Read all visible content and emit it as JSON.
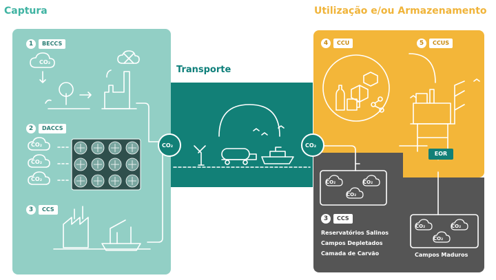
{
  "headings": {
    "capture": "Captura",
    "transport": "Transporte",
    "utilization": "Utilização e/ou Armazenamento"
  },
  "stages": {
    "beccs": {
      "num": "1",
      "label": "BECCS"
    },
    "daccs": {
      "num": "2",
      "label": "DACCS"
    },
    "ccs_capture": {
      "num": "3",
      "label": "CCS"
    },
    "ccu": {
      "num": "4",
      "label": "CCU"
    },
    "ccus": {
      "num": "5",
      "label": "CCUS"
    },
    "ccs_storage": {
      "num": "3",
      "label": "CCS"
    }
  },
  "co2_label": "CO₂",
  "eor_label": "EOR",
  "storage_types": [
    "Reservatórios Salinos",
    "Campos Depletados",
    "Camada de Carvão"
  ],
  "mature_fields": "Campos Maduros",
  "colors": {
    "capture_panel": "#92cfc5",
    "transport_panel": "#128077",
    "utilization_panel": "#f3b639",
    "storage_panel": "#555555"
  }
}
